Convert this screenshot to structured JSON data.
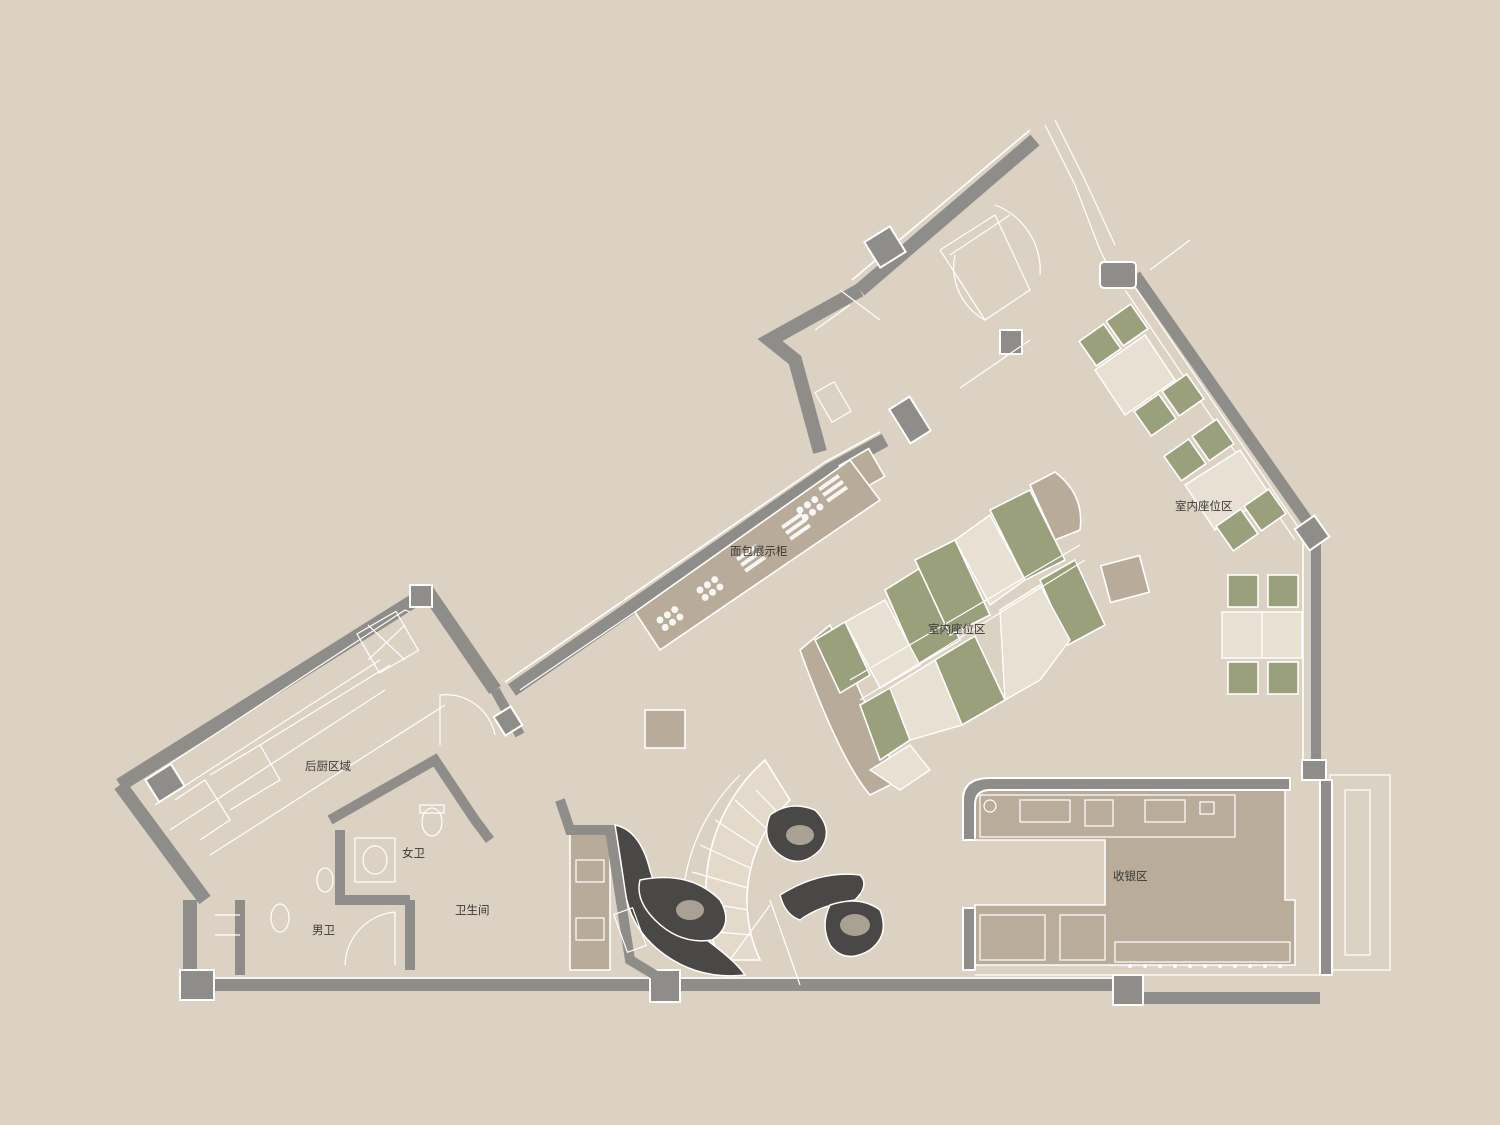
{
  "plan": {
    "labels": {
      "bread_display": "面包展示柜",
      "indoor_seating_center": "室内座位区",
      "indoor_seating_right": "室内座位区",
      "back_kitchen": "后厨区域",
      "womens_restroom": "女卫",
      "mens_restroom": "男卫",
      "restroom": "卫生间",
      "cashier": "收银区"
    },
    "colors": {
      "background": "#dcd2c3",
      "wall": "#8f8d89",
      "furniture_tan": "#b9ab99",
      "seat_green": "#9aa07c",
      "stone": "#4a4846",
      "line": "#ffffff"
    }
  }
}
